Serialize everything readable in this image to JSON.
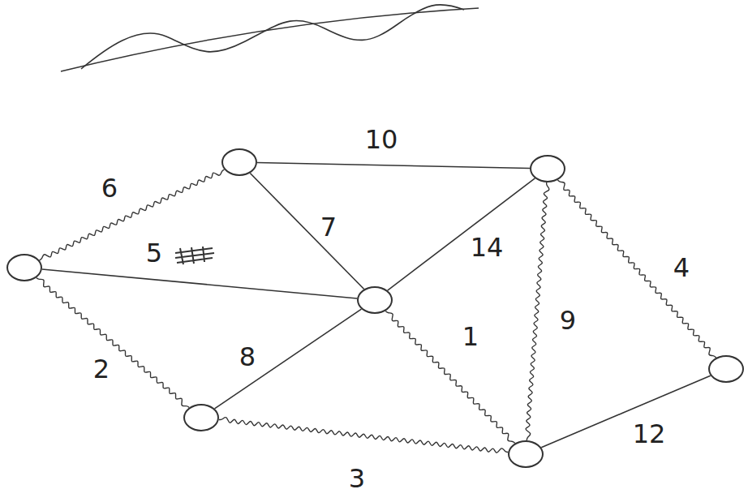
{
  "diagram": {
    "nodes": [
      {
        "text": []
      },
      {
        "text": []
      },
      {
        "text": []
      },
      {
        "text": []
      },
      {
        "text": []
      },
      {
        "text": []
      },
      {
        "text": []
      }
    ],
    "edges": [
      {
        "from": 0,
        "to": 1,
        "arrow": "none",
        "label": "10"
      },
      {
        "from": 0,
        "to": 2,
        "arrow": "none",
        "label": "6"
      },
      {
        "from": 0,
        "to": 3,
        "arrow": "none",
        "label": "7"
      },
      {
        "from": 2,
        "to": 3,
        "arrow": "none",
        "label": "5"
      },
      {
        "from": 3,
        "to": 1,
        "arrow": "none",
        "label": "14"
      },
      {
        "from": 1,
        "to": 4,
        "arrow": "none",
        "label": "4"
      },
      {
        "from": 1,
        "to": 6,
        "arrow": "none",
        "label": "9"
      },
      {
        "from": 2,
        "to": 5,
        "arrow": "none",
        "label": "2"
      },
      {
        "from": 5,
        "to": 3,
        "arrow": "none",
        "label": "8"
      },
      {
        "from": 3,
        "to": 6,
        "arrow": "none",
        "label": "1"
      },
      {
        "from": 5,
        "to": 6,
        "arrow": "none",
        "label": "3"
      },
      {
        "from": 6,
        "to": 4,
        "arrow": "none",
        "label": "12"
      }
    ]
  }
}
